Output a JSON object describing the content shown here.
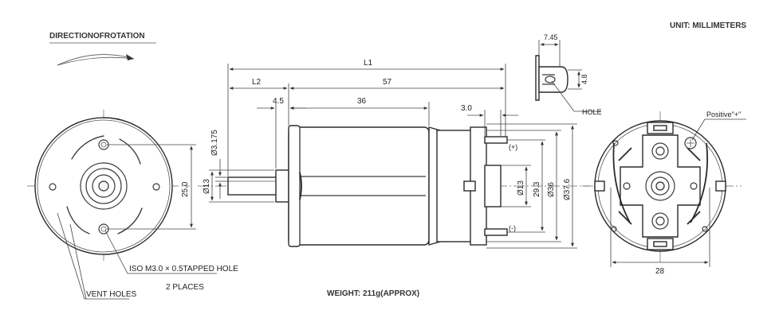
{
  "header": {
    "direction_label": "DIRECTIONOFROTATION",
    "unit_label": "UNIT: MILLIMETERS"
  },
  "side_view": {
    "dims": {
      "L1": "L1",
      "L2": "L2",
      "d57": "57",
      "d4_5": "4.5",
      "d36": "36",
      "d3_0": "3.0",
      "d3_175": "Ø3.175",
      "d13_shaft": "Ø13",
      "d13_boss": "Ø13",
      "d29_3": "29.3",
      "d36_dia": "Ø36",
      "d37_6": "Ø37.6"
    },
    "terminal_plus": "(+)",
    "terminal_minus": "(-)"
  },
  "terminal_detail": {
    "d7_45": "7.45",
    "d4_8": "4.8",
    "hole_label": "HOLE"
  },
  "front_view": {
    "d25_0": "25.0",
    "tapped_hole": "ISO M3.0 × 0.5TAPPED HOLE",
    "places": "2 PLACES",
    "vent_holes": "VENT HOLES"
  },
  "rear_view": {
    "positive_label": "Positive\"+\"",
    "d28": "28"
  },
  "weight_label": "WEIGHT: 211g(APPROX)"
}
